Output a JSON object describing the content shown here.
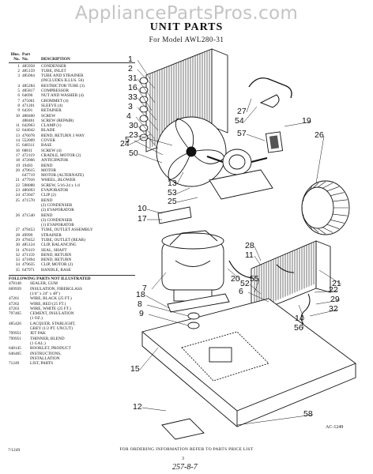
{
  "watermark": "AppliancePartsPros.com",
  "title": "UNIT PARTS",
  "subtitle": "For Model AWL280-31",
  "parts_list": {
    "header": {
      "no": "No.",
      "part": "No.",
      "description": "DESCRIPTION",
      "top_left": "Illus.",
      "top_right": "Part"
    },
    "rows": [
      {
        "no": "1",
        "part": "485958",
        "desc": "CONDENSER"
      },
      {
        "no": "2",
        "part": "485159",
        "desc": "TUBE, INLET"
      },
      {
        "no": "3",
        "part": "485064",
        "desc": "TUBE AND STRAINER"
      },
      {
        "no": "",
        "part": "",
        "desc": "(INCLUDES ILLUS. 56)"
      },
      {
        "no": "4",
        "part": "485284",
        "desc": "RESTRICTOR TUBE (3)"
      },
      {
        "no": "5",
        "part": "485817",
        "desc": "COMPRESSOR"
      },
      {
        "no": "6",
        "part": "64690",
        "desc": "NUT AND WASHER (4)"
      },
      {
        "no": "7",
        "part": "475061",
        "desc": "GROMMET (4)"
      },
      {
        "no": "8",
        "part": "471201",
        "desc": "SLEEVE (4)"
      },
      {
        "no": "9",
        "part": "64391",
        "desc": "RETAINER"
      },
      {
        "no": "10",
        "part": "488460",
        "desc": "SCREW"
      },
      {
        "no": "",
        "part": "488461",
        "desc": "SCREW (REPAIR)"
      },
      {
        "no": "11",
        "part": "642063",
        "desc": "CLAMP (1)"
      },
      {
        "no": "12",
        "part": "644042",
        "desc": "BLADE"
      },
      {
        "no": "13",
        "part": "476078",
        "desc": "BEND, RETURN 3 WAY"
      },
      {
        "no": "14",
        "part": "552009",
        "desc": "COVER"
      },
      {
        "no": "15",
        "part": "648311",
        "desc": "BASE"
      },
      {
        "no": "16",
        "part": "68811",
        "desc": "SCREW (4)"
      },
      {
        "no": "17",
        "part": "472119",
        "desc": "CRADLE, MOTOR (2)"
      },
      {
        "no": "18",
        "part": "472066",
        "desc": "ANTICIPATOR"
      },
      {
        "no": "19",
        "part": "19493",
        "desc": "BEND"
      },
      {
        "no": "20",
        "part": "479615",
        "desc": "MOTOR"
      },
      {
        "no": "",
        "part": "647719",
        "desc": "MOTOR (ALTERNATE)"
      },
      {
        "no": "21",
        "part": "477916",
        "desc": "WHEEL, BLOWER"
      },
      {
        "no": "22",
        "part": "598088",
        "desc": "SCREW, 5/16-24 x 1/4"
      },
      {
        "no": "23",
        "part": "486093",
        "desc": "EVAPORATOR"
      },
      {
        "no": "24",
        "part": "472047",
        "desc": "CLIP (2)"
      },
      {
        "no": "25",
        "part": "471570",
        "desc": "BEND"
      },
      {
        "no": "",
        "part": "",
        "desc": "(2) CONDENSER"
      },
      {
        "no": "",
        "part": "",
        "desc": "(2) EVAPORATOR"
      },
      {
        "no": "26",
        "part": "471540",
        "desc": "BEND"
      },
      {
        "no": "",
        "part": "",
        "desc": "(3) CONDENSER"
      },
      {
        "no": "",
        "part": "",
        "desc": "(1) EVAPORATOR"
      },
      {
        "no": "27",
        "part": "479453",
        "desc": "TUBE, OUTLET ASSEMBLY"
      },
      {
        "no": "28",
        "part": "49999",
        "desc": "STRAINER"
      },
      {
        "no": "29",
        "part": "479452",
        "desc": "TUBE, OUTLET (REAR)"
      },
      {
        "no": "30",
        "part": "485124",
        "desc": "CLIP, BALANCING"
      },
      {
        "no": "31",
        "part": "476119",
        "desc": "SEAL, SHAFT"
      },
      {
        "no": "32",
        "part": "471159",
        "desc": "BEND, RETURN"
      },
      {
        "no": "33",
        "part": "471894",
        "desc": "BEND, RETURN"
      },
      {
        "no": "34",
        "part": "479635",
        "desc": "CLIP, MOTOR (2)"
      },
      {
        "no": "35",
        "part": "647971",
        "desc": "HANDLE, BASE"
      }
    ],
    "not_illustrated_header": "FOLLOWING PARTS NOT ILLUSTRATED",
    "not_illustrated": [
      {
        "part": "478148",
        "desc": "SEALER, GUM"
      },
      {
        "part": "669939",
        "desc": "INSULATION, FIBERGLASS"
      },
      {
        "part": "",
        "desc": "(1/4\" x 24\" x 48\")"
      },
      {
        "part": "47261",
        "desc": "WIRE, BLACK (25 FT.)"
      },
      {
        "part": "47262",
        "desc": "WIRE, RED (25 FT.)"
      },
      {
        "part": "47263",
        "desc": "WIRE, WHITE (25 FT.)"
      },
      {
        "part": "797405",
        "desc": "CEMENT, INSULATION"
      },
      {
        "part": "",
        "desc": "(1 OZ.)"
      },
      {
        "part": "485426",
        "desc": "LACQUER, STARLIGHT,"
      },
      {
        "part": "",
        "desc": "GREY (1/2 PT. UNCUT)"
      },
      {
        "part": "799951",
        "desc": "JET PAK"
      },
      {
        "part": "799951",
        "desc": "THINNER, BLEND"
      },
      {
        "part": "",
        "desc": "(1 GAL.)"
      },
      {
        "part": "648145",
        "desc": "BOOKLET, PRODUCT"
      },
      {
        "part": "646405",
        "desc": "INSTRUCTIONS,"
      },
      {
        "part": "",
        "desc": "INSTALLATION"
      },
      {
        "part": "71249",
        "desc": "LIST, PARTS"
      }
    ]
  },
  "callouts": [
    "1",
    "2",
    "31",
    "16",
    "33",
    "3",
    "4",
    "30",
    "23",
    "24",
    "50",
    "5",
    "27",
    "54",
    "57",
    "19",
    "26",
    "13",
    "53",
    "25",
    "10",
    "17",
    "28",
    "11",
    "20",
    "55",
    "52",
    "6",
    "7",
    "18",
    "8",
    "9",
    "15",
    "21",
    "22",
    "29",
    "32",
    "14",
    "56",
    "12",
    "58"
  ],
  "figure_code": "AC-1249",
  "footnote": "FOR ORDERING INFORMATION REFER TO PARTS PRICE LIST",
  "date": "7/1249",
  "page_number": "3",
  "handwritten": "257-8-7",
  "colors": {
    "watermark": "#c4c4c4",
    "ink": "#111111",
    "background": "#ffffff"
  }
}
